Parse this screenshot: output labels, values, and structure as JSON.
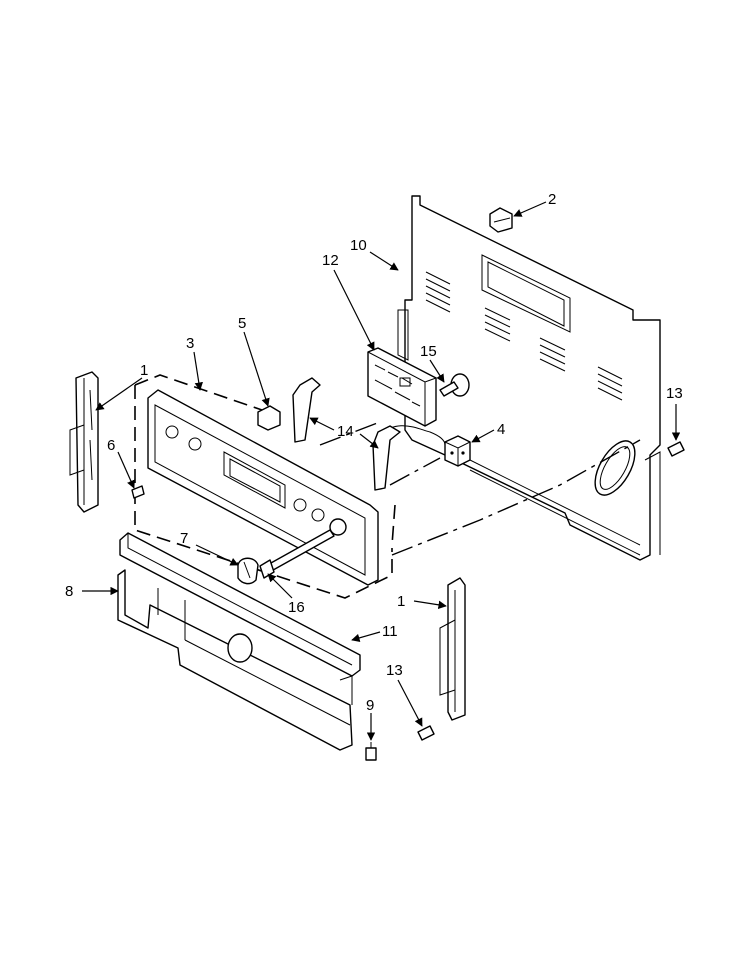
{
  "diagram": {
    "callouts": [
      {
        "id": "c1a",
        "text": "1"
      },
      {
        "id": "c1b",
        "text": "1"
      },
      {
        "id": "c2",
        "text": "2"
      },
      {
        "id": "c3",
        "text": "3"
      },
      {
        "id": "c4",
        "text": "4"
      },
      {
        "id": "c5",
        "text": "5"
      },
      {
        "id": "c6",
        "text": "6"
      },
      {
        "id": "c7",
        "text": "7"
      },
      {
        "id": "c8",
        "text": "8"
      },
      {
        "id": "c9",
        "text": "9"
      },
      {
        "id": "c10",
        "text": "10"
      },
      {
        "id": "c11",
        "text": "11"
      },
      {
        "id": "c12",
        "text": "12"
      },
      {
        "id": "c13a",
        "text": "13"
      },
      {
        "id": "c13b",
        "text": "13"
      },
      {
        "id": "c14",
        "text": "14"
      },
      {
        "id": "c15",
        "text": "15"
      },
      {
        "id": "c16",
        "text": "16"
      }
    ]
  }
}
